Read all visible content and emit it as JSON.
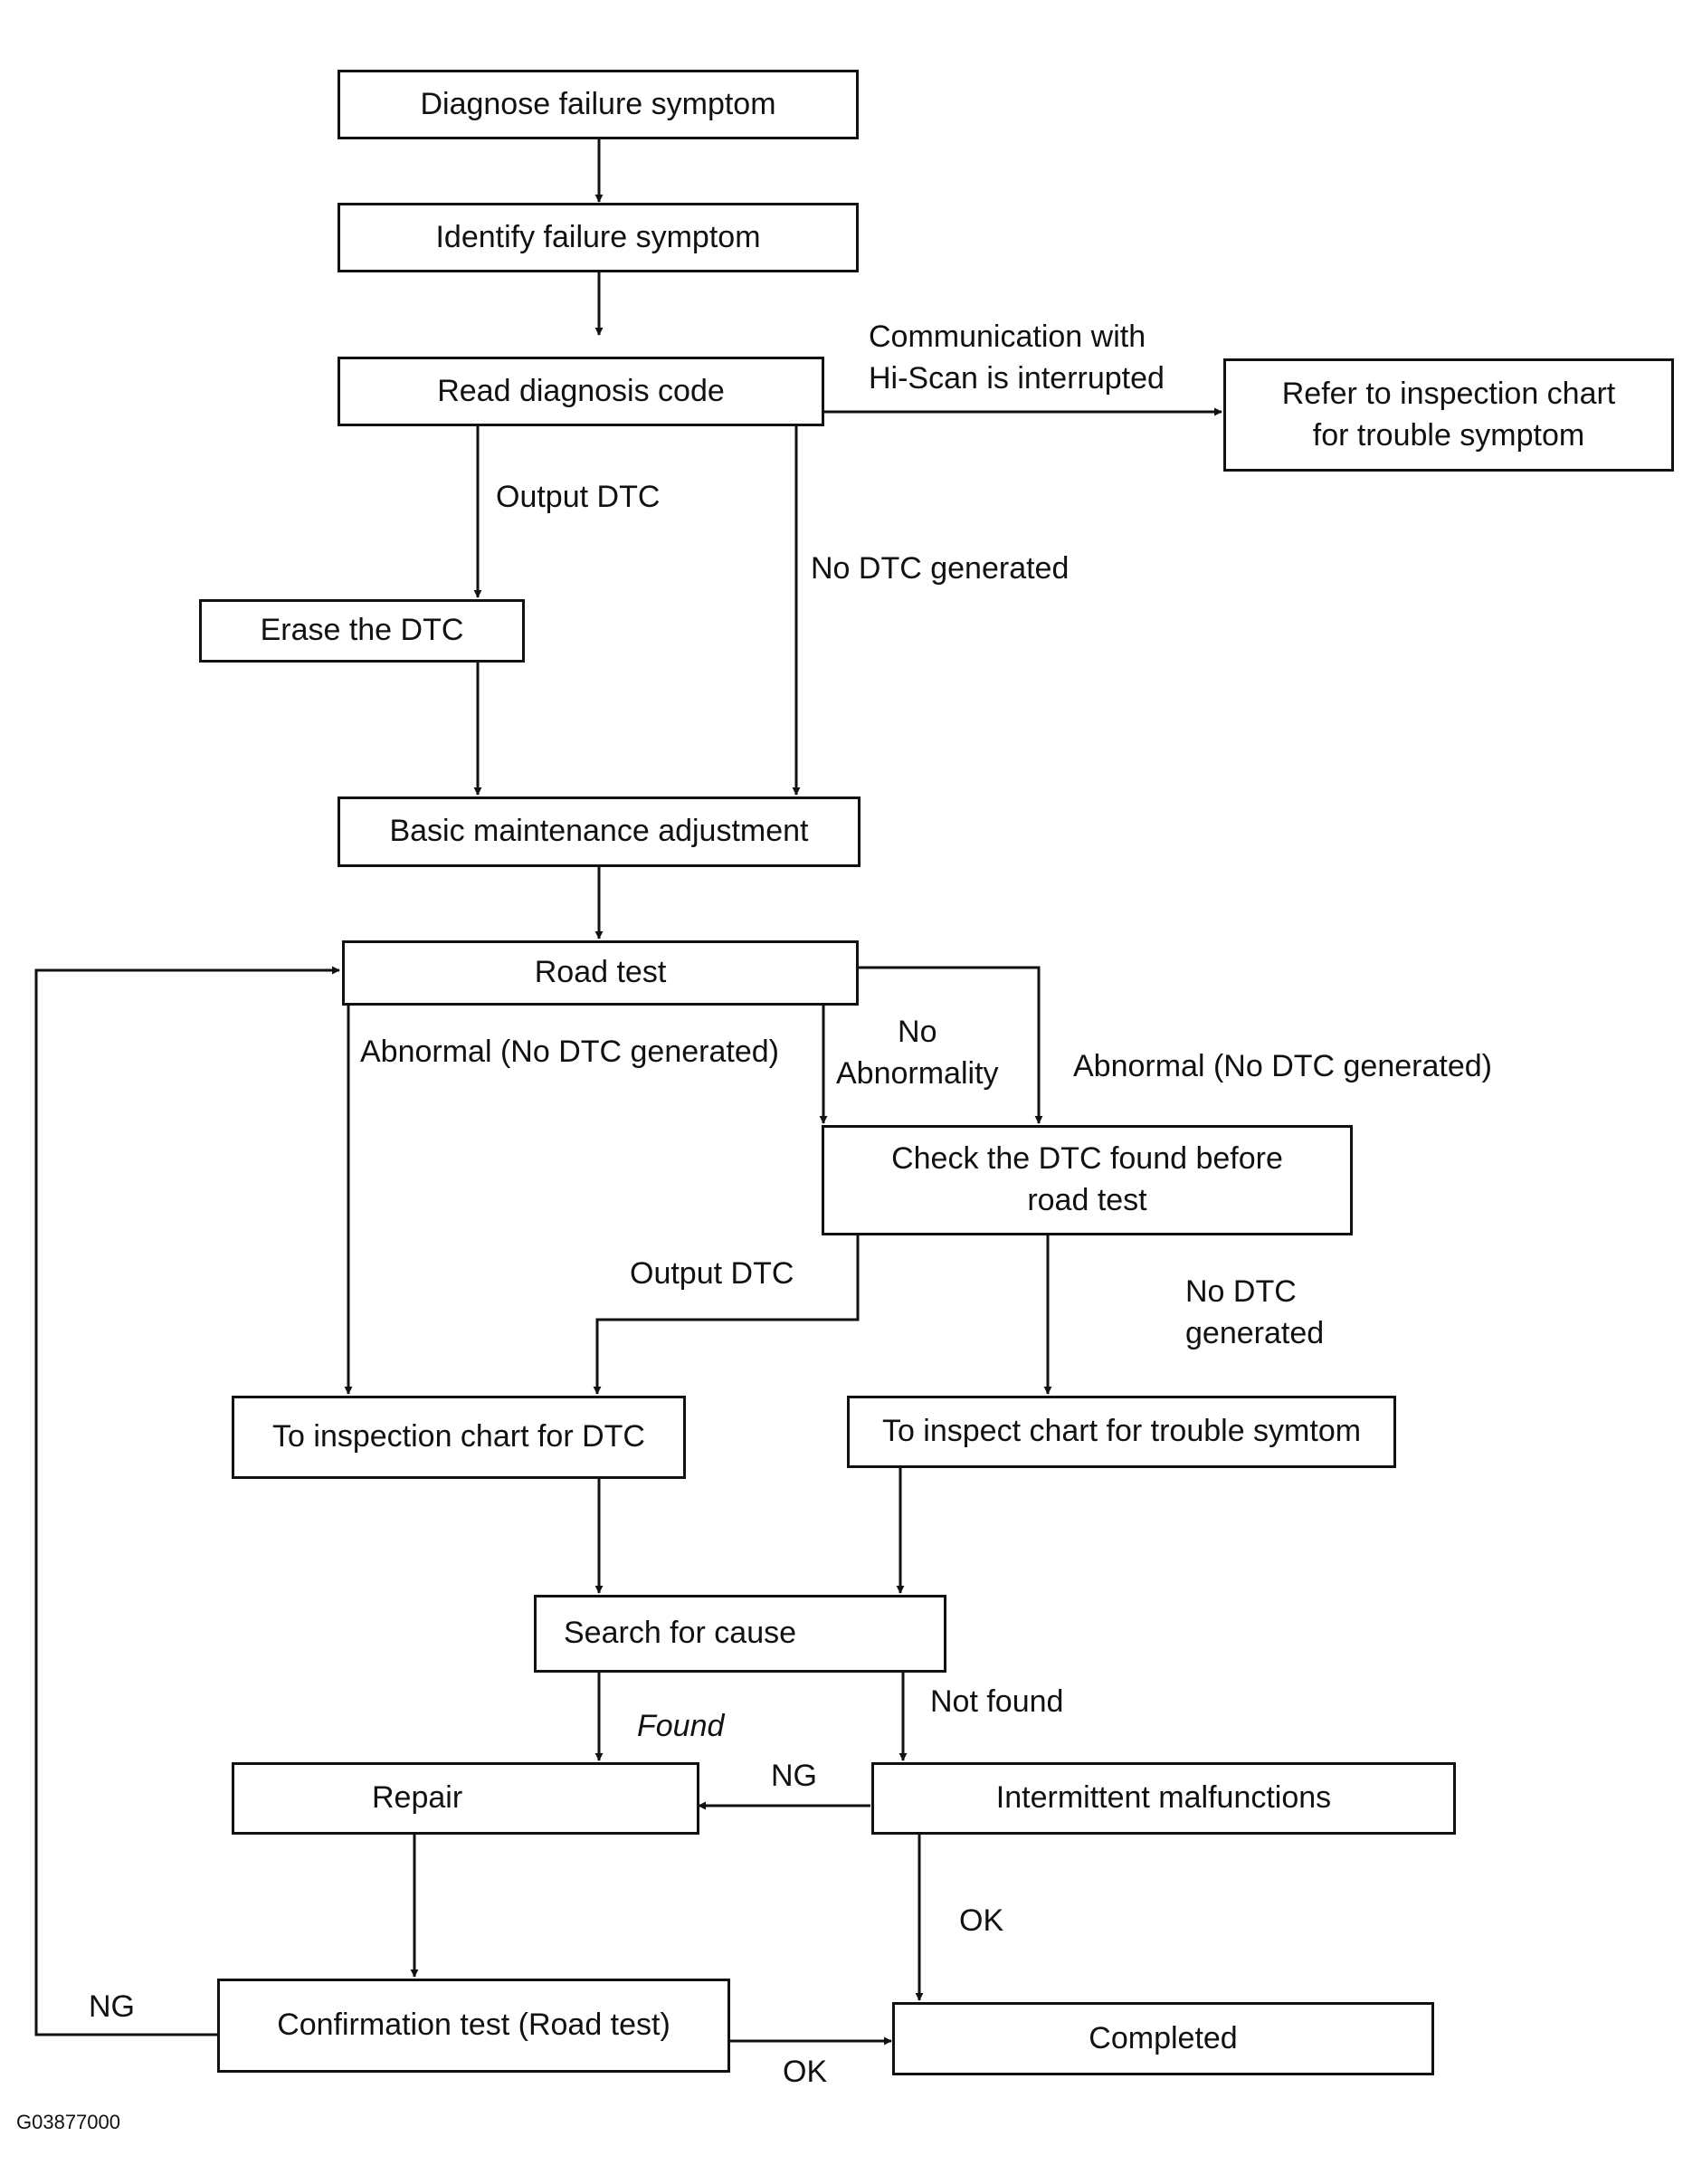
{
  "nodes": {
    "diagnose": "Diagnose failure symptom",
    "identify": "Identify failure symptom",
    "read_code": "Read diagnosis code",
    "refer_chart": "Refer to inspection chart\nfor trouble symptom",
    "erase_dtc": "Erase the DTC",
    "basic_maint": "Basic maintenance adjustment",
    "road_test": "Road test",
    "check_dtc": "Check the DTC found before\nroad test",
    "to_chart_dtc": "To inspection chart for DTC",
    "to_chart_symptom": "To inspect chart for trouble symtom",
    "search_cause": "Search for cause",
    "repair": "Repair",
    "intermittent": "Intermittent malfunctions",
    "confirmation": "Confirmation test (Road test)",
    "completed": "Completed"
  },
  "labels": {
    "comm_interrupted": "Communication with\nHi-Scan is interrupted",
    "output_dtc_1": "Output DTC",
    "no_dtc_1": "No DTC generated",
    "abnormal_left": "Abnormal (No DTC generated)",
    "no_abnormality": "No\nAbnormality",
    "abnormal_right": "Abnormal (No DTC generated)",
    "output_dtc_2": "Output DTC",
    "no_dtc_2": "No DTC\ngenerated",
    "found": "Found",
    "not_found": "Not found",
    "ng_1": "NG",
    "ok_1": "OK",
    "ng_2": "NG",
    "ok_2": "OK"
  },
  "footer": {
    "figure_id": "G03877000"
  }
}
